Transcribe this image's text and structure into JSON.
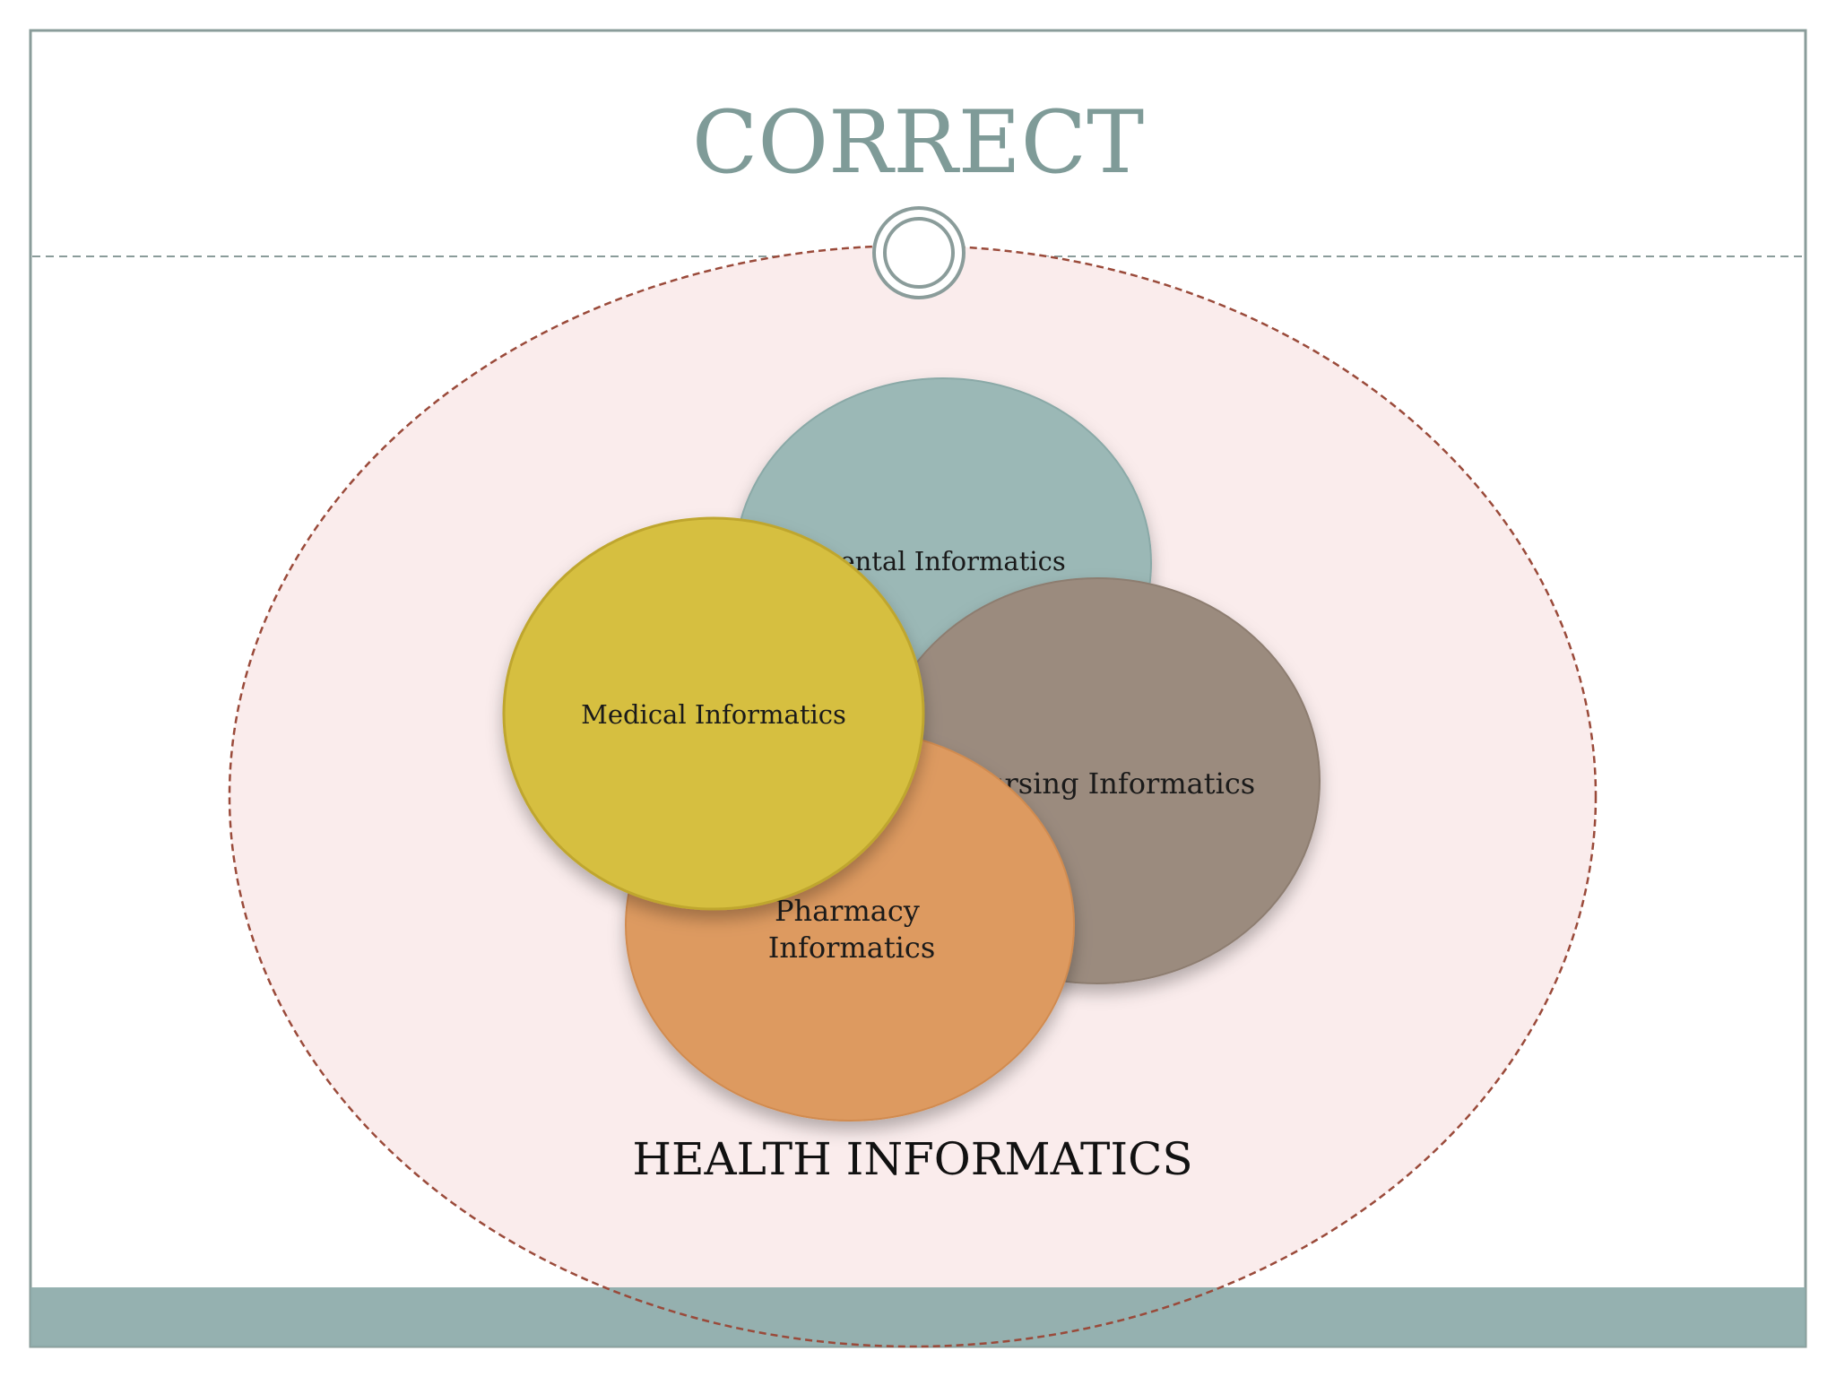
{
  "slide": {
    "title": "CORRECT"
  },
  "diagram": {
    "outer": {
      "label": "HEALTH INFORMATICS",
      "fill": "#faecec",
      "stroke": "#9a4a3a"
    },
    "circles": [
      {
        "label": "Dental Informatics",
        "fill": "#9bb8b6"
      },
      {
        "label": "Nursing Informatics",
        "fill": "#9b8b7e"
      },
      {
        "label_lines": [
          "Pharmacy",
          "Informatics"
        ],
        "fill": "#dd9a60"
      },
      {
        "label": "Medical Informatics",
        "fill": "#d6bf40"
      }
    ]
  },
  "colors": {
    "accent": "#7f9b98",
    "footer_bar": "#8eacab",
    "frame": "#8a9c9a"
  }
}
